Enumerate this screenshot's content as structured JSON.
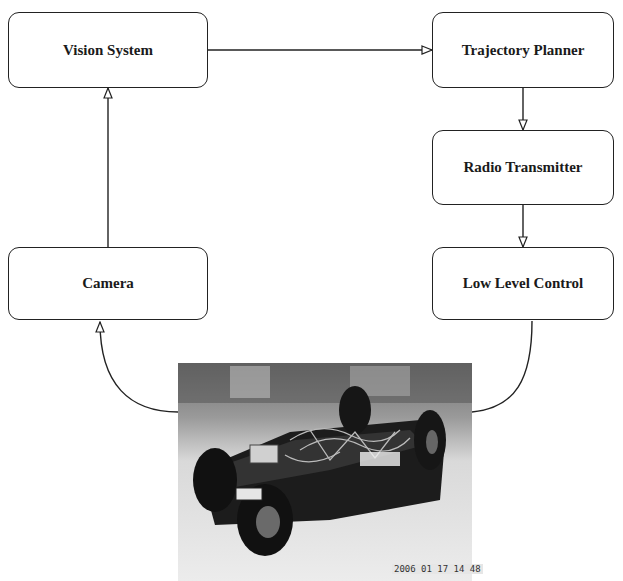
{
  "diagram": {
    "nodes": [
      {
        "text": [
          "Vision System"
        ]
      },
      {
        "text": [
          "Trajectory Planner"
        ]
      },
      {
        "text": [
          "Radio Transmitter"
        ]
      },
      {
        "text": [
          "Camera"
        ]
      },
      {
        "text": [
          "Low Level Control"
        ]
      }
    ],
    "edges": [
      {
        "from": 3,
        "to": 0,
        "arrow": "to"
      },
      {
        "from": 0,
        "to": 1,
        "arrow": "to"
      },
      {
        "from": 1,
        "to": 2,
        "arrow": "to"
      },
      {
        "from": 2,
        "to": 4,
        "arrow": "to"
      }
    ],
    "labels": [
      "2006 01 17 14 48"
    ]
  }
}
